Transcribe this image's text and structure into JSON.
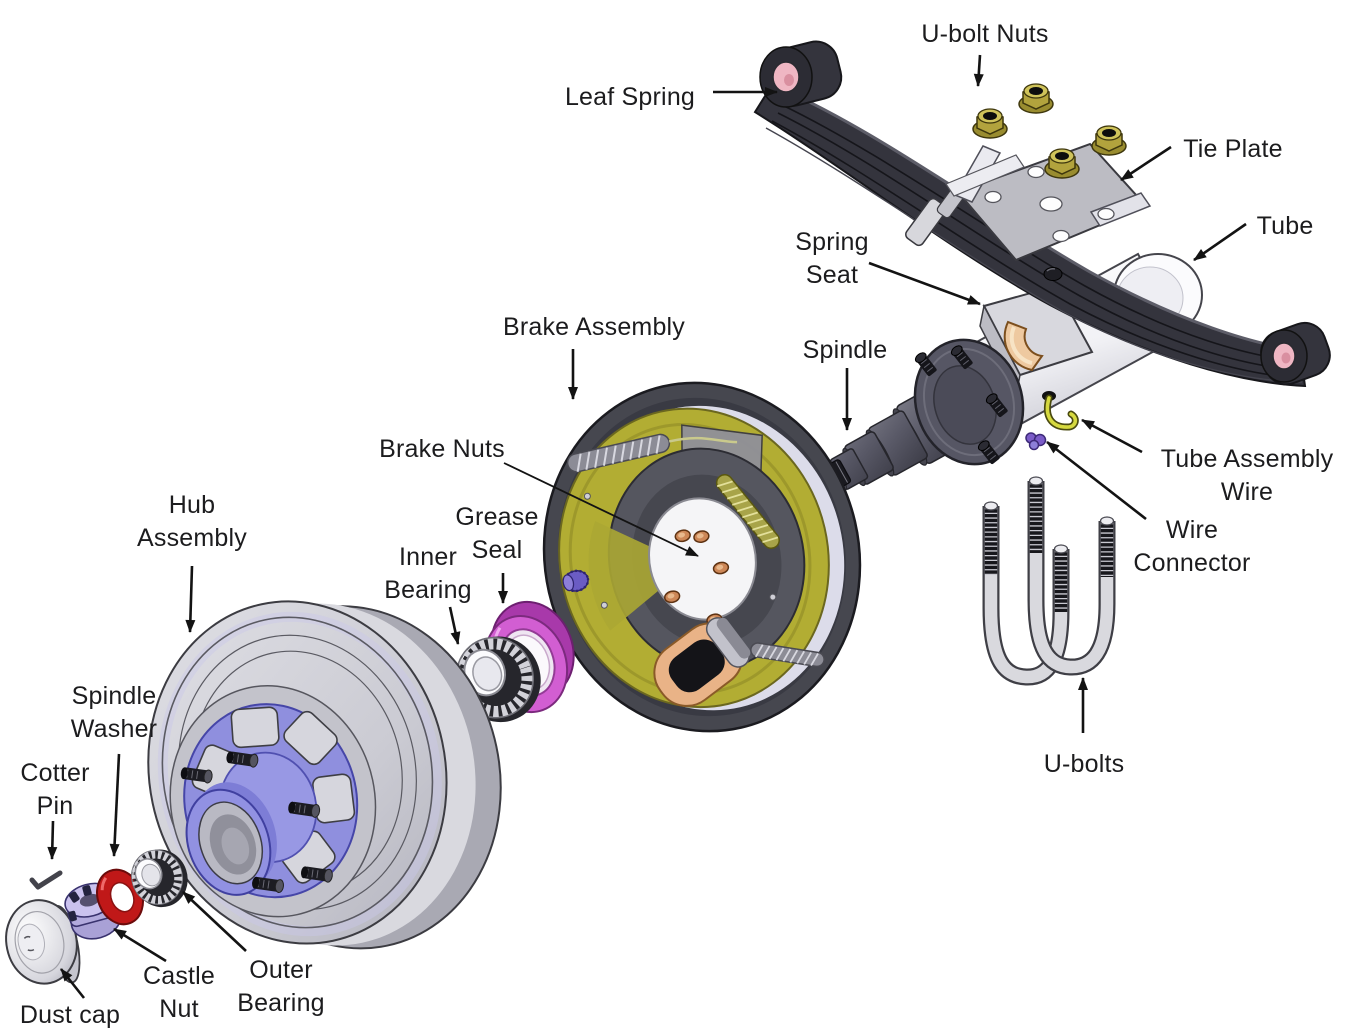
{
  "diagram": {
    "type": "exploded-parts-diagram",
    "subject": "trailer axle, hub and brake assembly",
    "background": "#ffffff"
  },
  "labels": {
    "u_bolt_nuts": "U-bolt Nuts",
    "leaf_spring": "Leaf Spring",
    "tie_plate": "Tie Plate",
    "tube": "Tube",
    "spring_seat": "Spring\nSeat",
    "spindle": "Spindle",
    "brake_assembly": "Brake Assembly",
    "brake_nuts": "Brake Nuts",
    "grease_seal": "Grease\nSeal",
    "inner_bearing": "Inner\nBearing",
    "tube_assembly_wire": "Tube Assembly\nWire",
    "wire_connector": "Wire\nConnector",
    "hub_assembly": "Hub\nAssembly",
    "u_bolts": "U-bolts",
    "spindle_washer": "Spindle\nWasher",
    "cotter_pin": "Cotter\nPin",
    "dust_cap": "Dust cap",
    "castle_nut": "Castle\nNut",
    "outer_bearing": "Outer\nBearing"
  },
  "colors": {
    "label_text": "#1c1c1e",
    "arrow": "#131313",
    "leaf_spring_dark": "#34343d",
    "bushing_pink": "#efb6c3",
    "nut_gold": "#b2a33d",
    "tie_plate_gray": "#bcbcc3",
    "tube_white": "#f7f7fa",
    "spring_seat_tan": "#eec9a0",
    "spindle_gray": "#5c5c6b",
    "wire_yellow": "#d6d93f",
    "connector_purple": "#7b5cc8",
    "backing_plate_yellow": "#b2ad33",
    "shoe_gray": "#55565f",
    "brake_nut_copper": "#cd8757",
    "magnet_tan": "#e9b387",
    "seal_magenta": "#d25ed2",
    "hub_purple": "#8f8fde",
    "drum_gray": "#cdcdd4",
    "washer_red": "#c01818",
    "castle_nut_lavender": "#b2aadd",
    "ubolt_gray": "#d9d9de"
  }
}
